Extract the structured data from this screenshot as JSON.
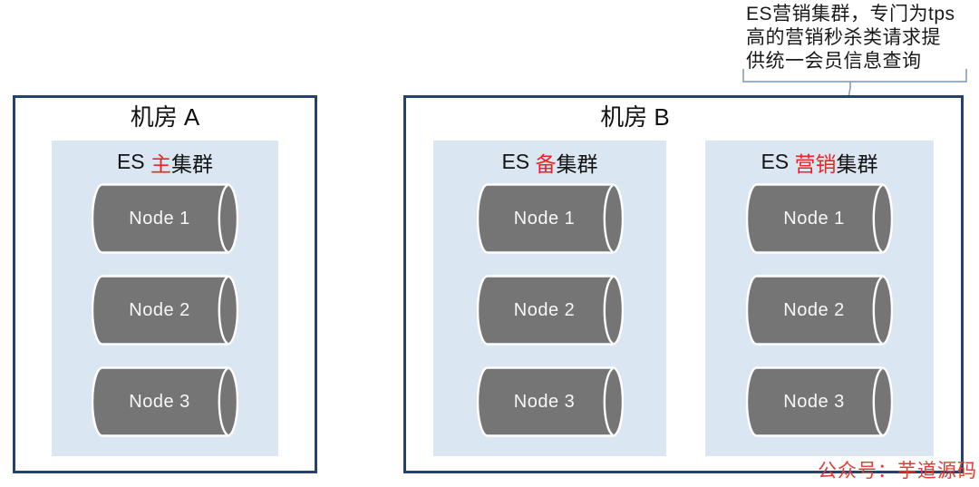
{
  "annotation": {
    "lines": [
      "ES营销集群，专门为tps",
      "高的营销秒杀类请求提",
      "供统一会员信息查询"
    ]
  },
  "datacenters": [
    {
      "title": "机房 A",
      "clusters": [
        {
          "title_prefix": "ES ",
          "title_highlight": "主",
          "title_suffix": "集群",
          "nodes": [
            "Node 1",
            "Node 2",
            "Node 3"
          ]
        }
      ]
    },
    {
      "title": "机房 B",
      "clusters": [
        {
          "title_prefix": "ES ",
          "title_highlight": "备",
          "title_suffix": "集群",
          "nodes": [
            "Node 1",
            "Node 2",
            "Node 3"
          ]
        },
        {
          "title_prefix": "ES ",
          "title_highlight": "营销",
          "title_suffix": "集群",
          "nodes": [
            "Node 1",
            "Node 2",
            "Node 3"
          ]
        }
      ]
    }
  ],
  "watermark": "公众号：芋道源码",
  "colors": {
    "navy-border": "#25416f",
    "cluster-bg": "#dbe6f3",
    "cylinder-gray": "#757575",
    "accent-red": "#ee2222",
    "connector-blue": "#8aa2cc",
    "watermark-red": "#e23b33",
    "text-black": "#1a1a1a"
  }
}
